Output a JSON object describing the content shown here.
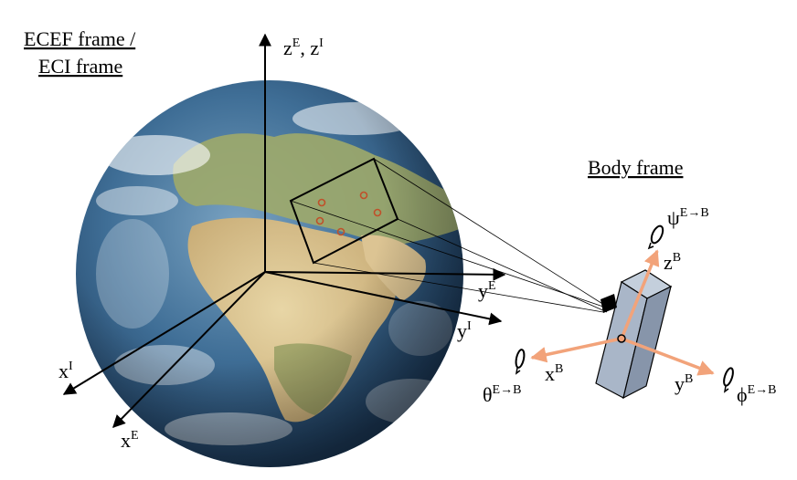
{
  "frames": {
    "ecef_line1": "ECEF frame /",
    "ecef_line2": "ECI frame",
    "body": "Body frame"
  },
  "axes": {
    "z_earth": {
      "base": "z",
      "sup": "E"
    },
    "z_sep": ", ",
    "z_inertial": {
      "base": "z",
      "sup": "I"
    },
    "y_earth": {
      "base": "y",
      "sup": "E"
    },
    "y_inertial": {
      "base": "y",
      "sup": "I"
    },
    "x_inertial": {
      "base": "x",
      "sup": "I"
    },
    "x_earth": {
      "base": "x",
      "sup": "E"
    },
    "z_body": {
      "base": "z",
      "sup": "B"
    },
    "x_body": {
      "base": "x",
      "sup": "B"
    },
    "y_body": {
      "base": "y",
      "sup": "B"
    }
  },
  "rotations": {
    "psi": {
      "base": "ψ",
      "sup": "E→B"
    },
    "theta": {
      "base": "θ",
      "sup": "E→B"
    },
    "phi": {
      "base": "ϕ",
      "sup": "E→B"
    }
  },
  "colors": {
    "axis_black": "#000000",
    "body_axis": "#f2a37a",
    "satellite_face": "#a9b6c8",
    "satellite_side": "#8795aa",
    "satellite_top": "#c4cfdc",
    "target_point": "#c0502a"
  }
}
